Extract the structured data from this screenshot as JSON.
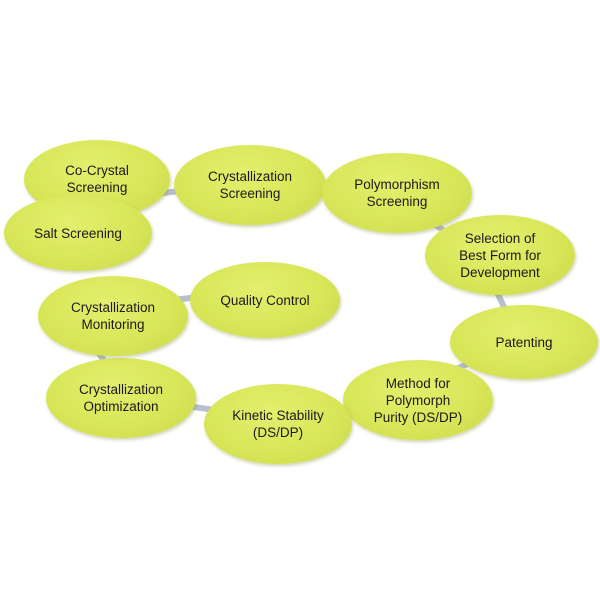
{
  "diagram": {
    "nodes": [
      {
        "id": "co-crystal",
        "label": "Co-Crystal\nScreening"
      },
      {
        "id": "salt",
        "label": "Salt Screening"
      },
      {
        "id": "crystallization-screening",
        "label": "Crystallization\nScreening"
      },
      {
        "id": "polymorphism",
        "label": "Polymorphism\nScreening"
      },
      {
        "id": "selection",
        "label": "Selection of\nBest Form for\nDevelopment"
      },
      {
        "id": "patenting",
        "label": "Patenting"
      },
      {
        "id": "method",
        "label": "Method for\nPolymorph\nPurity (DS/DP)"
      },
      {
        "id": "kinetic",
        "label": "Kinetic Stability\n(DS/DP)"
      },
      {
        "id": "optimization",
        "label": "Crystallization\nOptimization"
      },
      {
        "id": "monitoring",
        "label": "Crystallization\nMonitoring"
      },
      {
        "id": "quality",
        "label": "Quality Control"
      }
    ],
    "colors": {
      "node_fill": "#d8e658",
      "connector": "#b9bfce",
      "text": "#1a1a1a"
    }
  }
}
